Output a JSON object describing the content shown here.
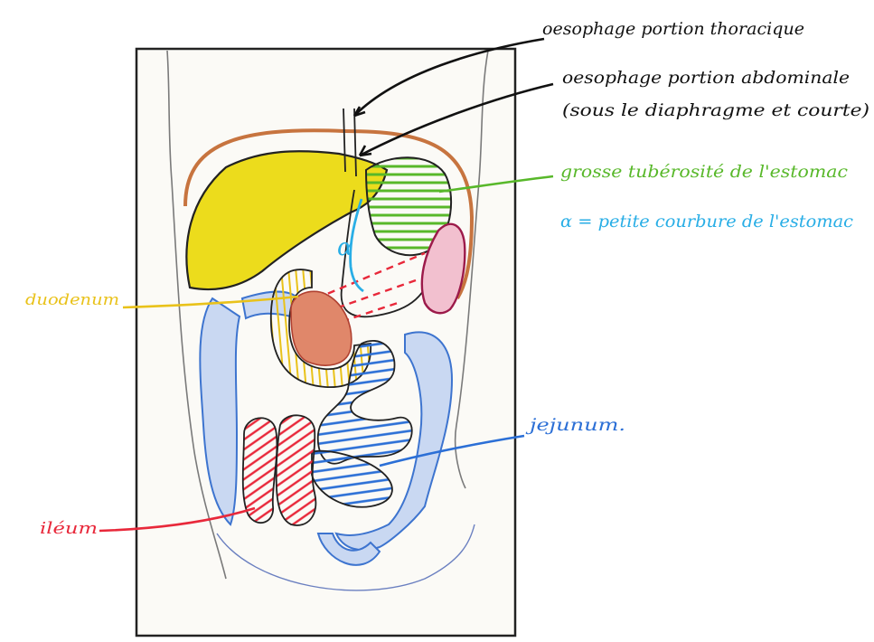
{
  "labels": {
    "oesophage_thoracique": "oesophage portion thoracique",
    "oesophage_abdominale_1": "oesophage portion abdominale",
    "oesophage_abdominale_2": "(sous le diaphragme et courte)",
    "grosse_tuberosite": "grosse tubérosité de l'estomac",
    "petite_courbure": "α = petite courbure de l'estomac",
    "alpha": "α",
    "duodenum": "duodenum",
    "jejunum": "jejunum.",
    "ileum": "iléum"
  },
  "colors": {
    "ink": "#111111",
    "green": "#58b82a",
    "cyan": "#29aee6",
    "yellow": "#e9c21a",
    "blue": "#2b6fd6",
    "red": "#e8283a",
    "liver": "#ecdc1c",
    "maroon": "#9c1a4a",
    "diaphragm": "#c7743f"
  }
}
